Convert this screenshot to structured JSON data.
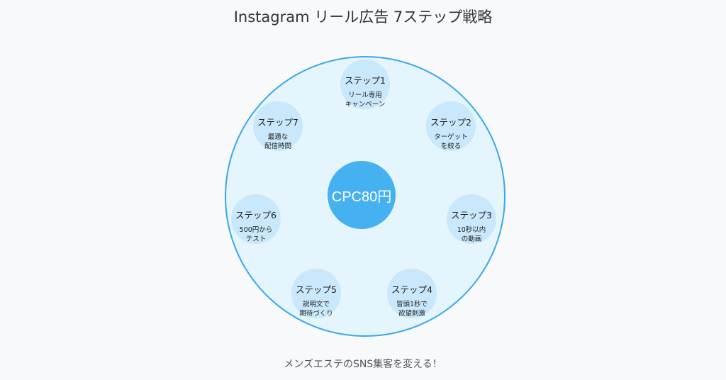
{
  "title": "Instagram リール広告 7ステップ戦略",
  "center": "CPC80円",
  "steps": [
    {
      "label": "ステップ1",
      "desc": "リール専用\nキャンペーン"
    },
    {
      "label": "ステップ2",
      "desc": "ターゲット\nを絞る"
    },
    {
      "label": "ステップ3",
      "desc": "10秒以内\nの動画"
    },
    {
      "label": "ステップ4",
      "desc": "冒頭1秒で\n欲望刺激"
    },
    {
      "label": "ステップ5",
      "desc": "説明文で\n期待づくり"
    },
    {
      "label": "ステップ6",
      "desc": "500円から\nテスト"
    },
    {
      "label": "ステップ7",
      "desc": "最適な\n配信時間"
    }
  ],
  "footer": "メンズエステのSNS集客を変える！",
  "colors": {
    "ring_border": "#3aa8e8",
    "ring_fill": "#e4f5fd",
    "hub": "#45b1f0",
    "step_fill": "#c9e8fb",
    "background": "#f8f9fa"
  }
}
